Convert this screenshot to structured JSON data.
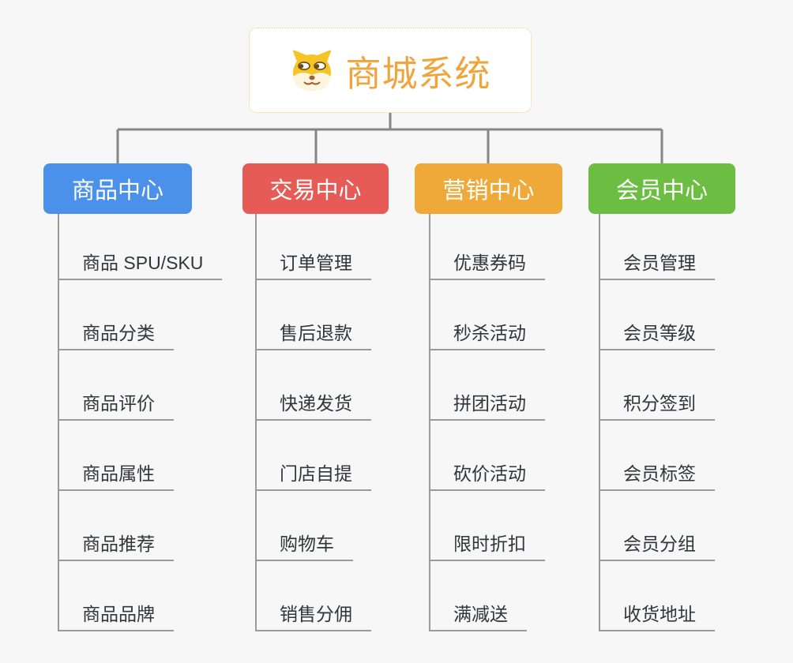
{
  "root": {
    "title": "商城系统",
    "icon": "doge-face",
    "title_color": "#F0A53C",
    "border_color": "#F6C87F",
    "background": "#FFFFFF"
  },
  "branches": [
    {
      "label": "商品中心",
      "color": "#4B91E9",
      "children": [
        "商品 SPU/SKU",
        "商品分类",
        "商品评价",
        "商品属性",
        "商品推荐",
        "商品品牌"
      ]
    },
    {
      "label": "交易中心",
      "color": "#E75B56",
      "children": [
        "订单管理",
        "售后退款",
        "快递发货",
        "门店自提",
        "购物车",
        "销售分佣"
      ]
    },
    {
      "label": "营销中心",
      "color": "#EFA938",
      "children": [
        "优惠券码",
        "秒杀活动",
        "拼团活动",
        "砍价活动",
        "限时折扣",
        "满减送"
      ]
    },
    {
      "label": "会员中心",
      "color": "#6CBE42",
      "children": [
        "会员管理",
        "会员等级",
        "积分签到",
        "会员标签",
        "会员分组",
        "收货地址"
      ]
    }
  ],
  "connectors": {
    "color": "#868686",
    "child_line_color": "#9A9A9A"
  },
  "canvas": {
    "background": "#F7F7F7"
  }
}
